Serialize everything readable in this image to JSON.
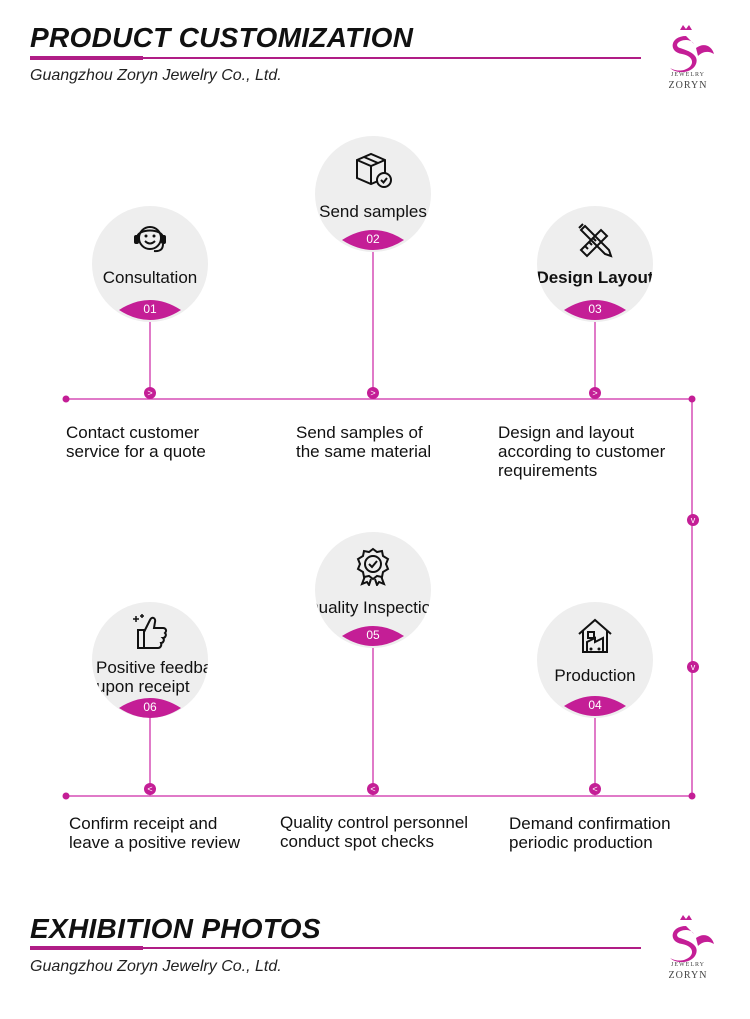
{
  "header_top": {
    "title": "PRODUCT CUSTOMIZATION",
    "subtitle": "Guangzhou Zoryn Jewelry Co., Ltd."
  },
  "header_bottom": {
    "title": "EXHIBITION PHOTOS",
    "subtitle": "Guangzhou Zoryn Jewelry Co., Ltd."
  },
  "logo": {
    "small_text": "JEWELRY",
    "brand_text": "ZORYN"
  },
  "colors": {
    "accent": "#c41e96",
    "accent_dark": "#b01d86",
    "circle_bg": "#eeeeee",
    "line": "#d64fb5"
  },
  "steps": [
    {
      "num": "01",
      "title": "Consultation",
      "icon": "headset-smile-icon",
      "description": [
        "Contact customer",
        "service for a quote"
      ]
    },
    {
      "num": "02",
      "title": "Send samples",
      "icon": "package-box-check-icon",
      "description": [
        "Send samples of",
        "the same material"
      ]
    },
    {
      "num": "03",
      "title": "Design Layout",
      "icon": "pencil-ruler-icon",
      "description": [
        "Design and layout",
        "according to customer",
        "requirements"
      ]
    },
    {
      "num": "04",
      "title": "Production",
      "icon": "factory-house-icon",
      "description": [
        "Demand confirmation",
        "periodic production"
      ]
    },
    {
      "num": "05",
      "title": "Quality Inspection",
      "icon": "quality-badge-check-icon",
      "description": [
        "Quality control personnel",
        "conduct spot checks"
      ]
    },
    {
      "num": "06",
      "title": [
        "Positive feedback",
        "upon receipt"
      ],
      "icon": "thumbs-up-sparkle-icon",
      "description": [
        "Confirm receipt and",
        "leave a positive review"
      ]
    }
  ],
  "arrows": {
    "right": ">",
    "down": "v",
    "left": "<"
  }
}
